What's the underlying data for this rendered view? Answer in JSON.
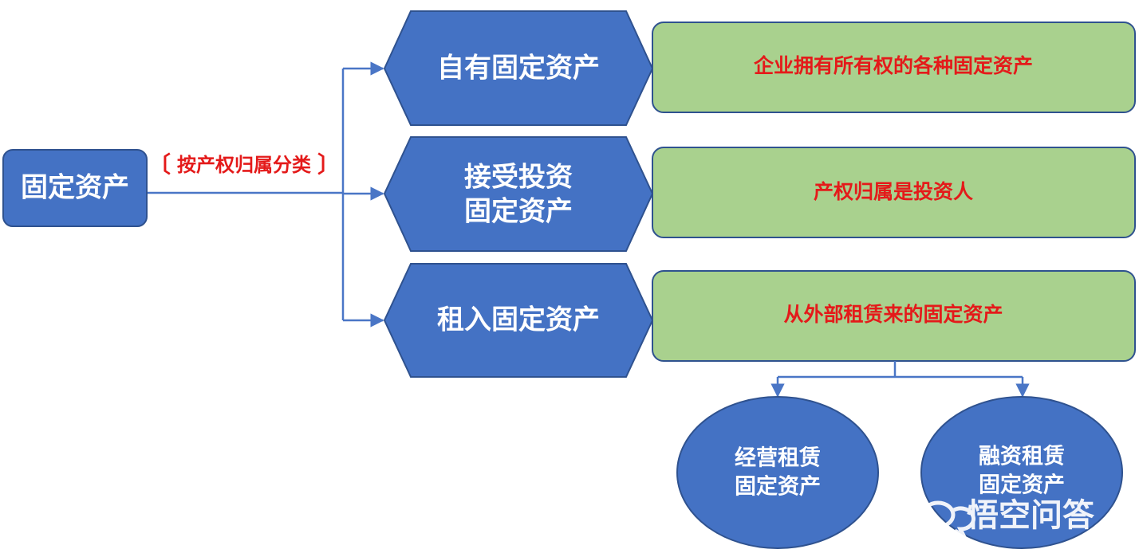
{
  "colors": {
    "node_blue": "#4472c4",
    "node_border": "#2f528f",
    "desc_green": "#a9d18e",
    "desc_border": "#2f528f",
    "connector": "#4a76c6",
    "label_red": "#e41a1a",
    "text_white": "#ffffff"
  },
  "root": {
    "label": "固定资产"
  },
  "classification": {
    "label": "按产权归属分类",
    "bracket_open": "〔",
    "bracket_close": "〕"
  },
  "categories": [
    {
      "line1": "自有固定资产",
      "line2": "",
      "description": "企业拥有所有权的各种固定资产"
    },
    {
      "line1": "接受投资",
      "line2": "固定资产",
      "description": "产权归属是投资人"
    },
    {
      "line1": "租入固定资产",
      "line2": "",
      "description": "从外部租赁来的固定资产"
    }
  ],
  "lease_types": [
    {
      "line1": "经营租赁",
      "line2": "固定资产"
    },
    {
      "line1": "融资租赁",
      "line2": "固定资产"
    }
  ],
  "watermark": {
    "text": "悟空问答",
    "icon": "chat-bubbles-icon"
  }
}
